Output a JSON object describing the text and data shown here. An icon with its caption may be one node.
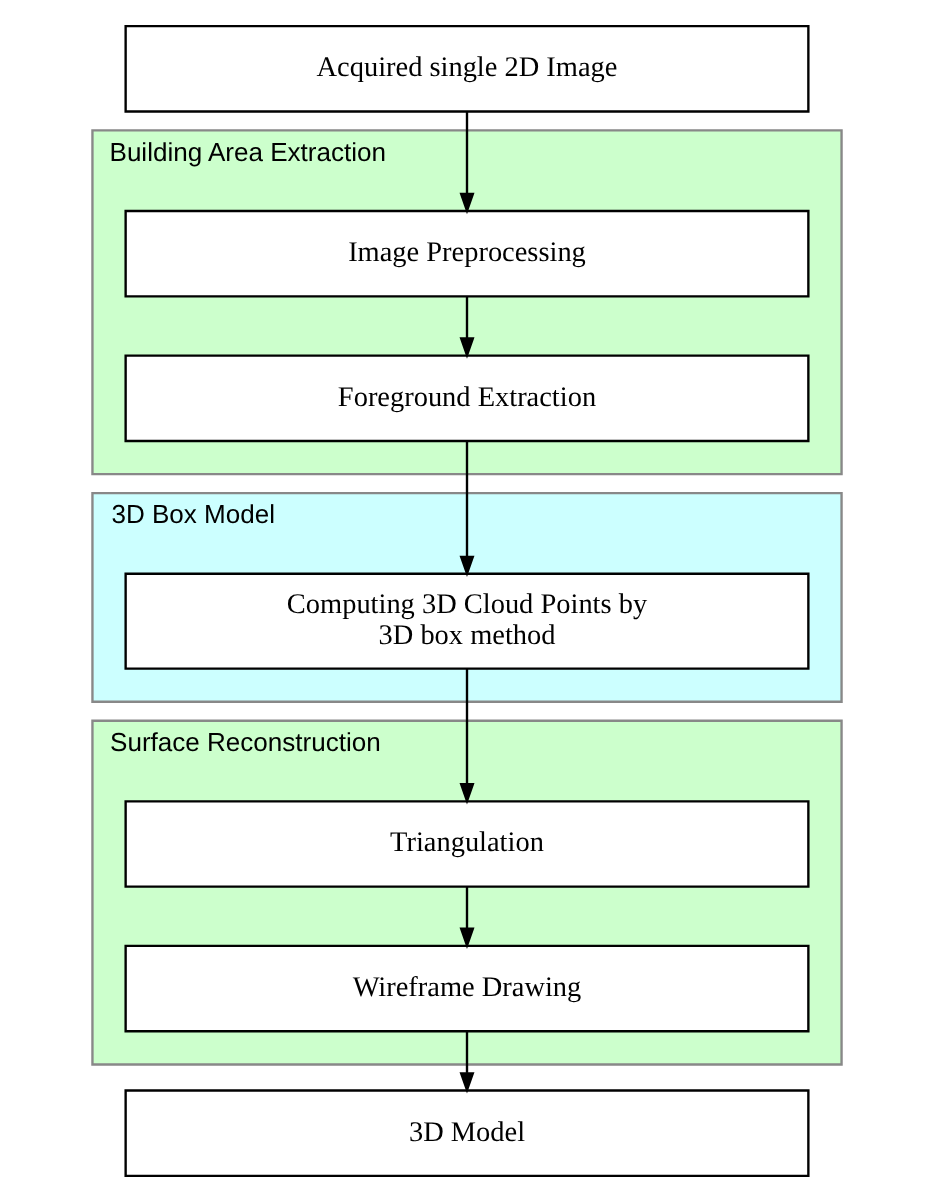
{
  "diagram": {
    "nodes": [
      {
        "text": [
          "Acquired single 2D Image"
        ]
      },
      {
        "text": [
          "Building Area Extraction"
        ]
      },
      {
        "text": [
          "Image Preprocessing"
        ],
        "in": 1
      },
      {
        "text": [
          "Foreground Extraction"
        ],
        "in": 1
      },
      {
        "text": [
          "3D Box Model"
        ]
      },
      {
        "text": [
          "Computing 3D Cloud Points by 3D box method"
        ],
        "in": 4
      },
      {
        "text": [
          "Surface Reconstruction"
        ]
      },
      {
        "text": [
          "Triangulation"
        ],
        "in": 6
      },
      {
        "text": [
          "Wireframe Drawing"
        ],
        "in": 6
      },
      {
        "text": [
          "3D Model"
        ]
      }
    ],
    "edges": [
      {
        "from": 0,
        "to": 2,
        "arrow": "to"
      },
      {
        "from": 2,
        "to": 3,
        "arrow": "to"
      },
      {
        "from": 3,
        "to": 5,
        "arrow": "to"
      },
      {
        "from": 5,
        "to": 7,
        "arrow": "to"
      },
      {
        "from": 7,
        "to": 8,
        "arrow": "to"
      },
      {
        "from": 8,
        "to": 9,
        "arrow": "to"
      }
    ]
  }
}
